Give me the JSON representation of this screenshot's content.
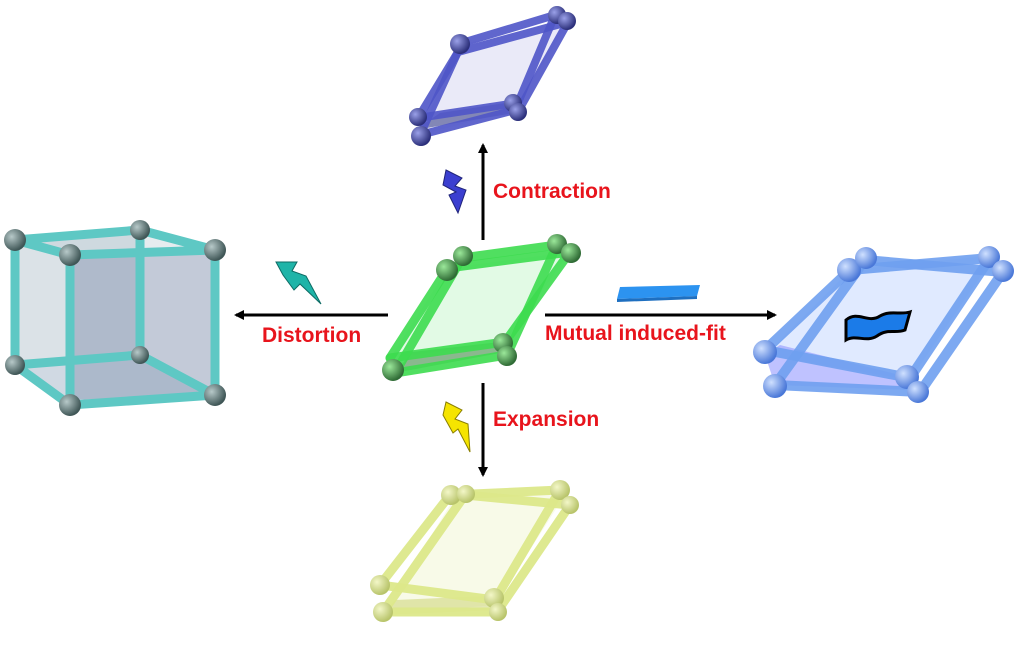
{
  "labels": {
    "contraction": "Contraction",
    "expansion": "Expansion",
    "distortion": "Distortion",
    "mutual_induced_fit": "Mutual induced-fit"
  },
  "colors": {
    "label_text": "#e8141c",
    "arrow": "#000000",
    "center_framework": "#3ddc4f",
    "contracted_framework": "#4f55c8",
    "expanded_framework": "#dce88a",
    "distorted_framework": "#5ec8c4",
    "induced_fit_framework": "#6fa0f0",
    "bolt_contraction": "#3b3fd0",
    "bolt_expansion": "#f5e400",
    "bolt_distortion": "#1fb4a8",
    "guest_plate": "#2c93f0",
    "guest_wave": "#1b7be8"
  },
  "icons": [
    "lightning-bolt-icon",
    "guest-plate-icon",
    "guest-wave-icon"
  ]
}
